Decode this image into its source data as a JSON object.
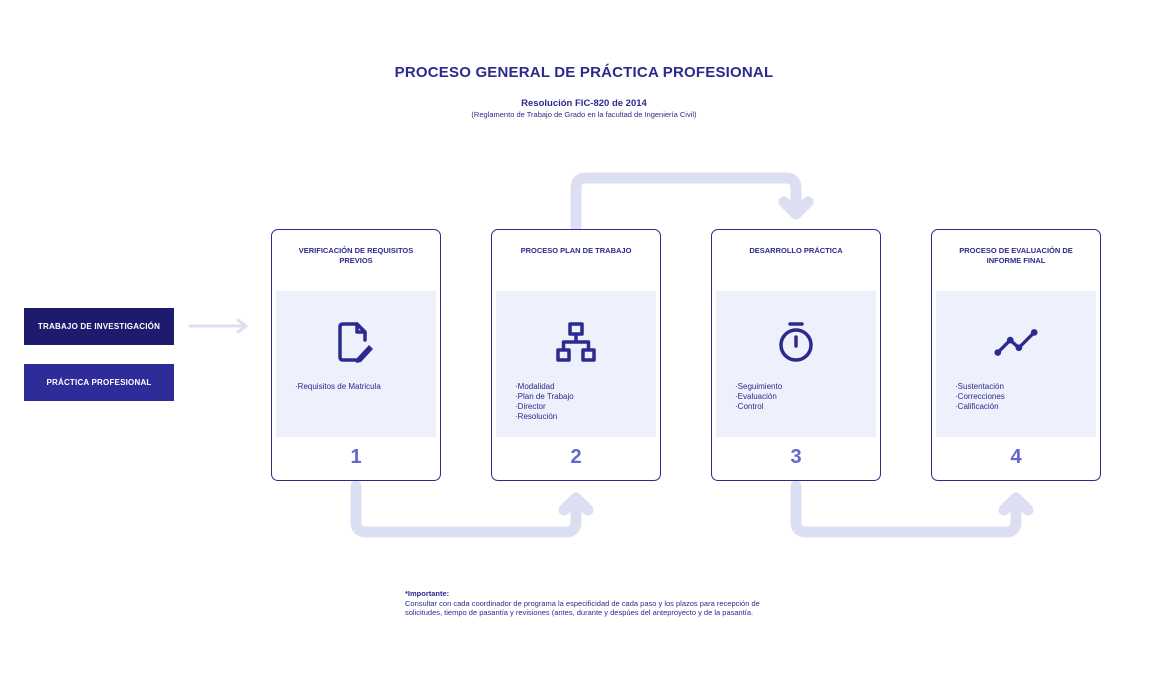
{
  "header": {
    "title": "PROCESO GENERAL DE PRÁCTICA PROFESIONAL",
    "subtitle": "Resolución FIC-820 de 2014",
    "subnote": "(Reglamento de Trabajo de Grado en la facultad de Ingeniería Civil)"
  },
  "sidebar": {
    "buttons": [
      {
        "label": "TRABAJO DE INVESTIGACIÓN"
      },
      {
        "label": "PRÁCTICA PROFESIONAL"
      }
    ]
  },
  "steps": [
    {
      "title": "VERIFICACIÓN DE REQUISITOS PREVIOS",
      "icon": "document-edit-icon",
      "items": [
        "·Requisitos de Matricula"
      ],
      "number": "1"
    },
    {
      "title": "PROCESO PLAN DE TRABAJO",
      "icon": "sitemap-icon",
      "items": [
        "·Modalidad",
        "·Plan de Trabajo",
        "·Director",
        "·Resolución"
      ],
      "number": "2"
    },
    {
      "title": "DESARROLLO PRÁCTICA",
      "icon": "stopwatch-icon",
      "items": [
        "·Seguimiento",
        "·Evaluación",
        "·Control"
      ],
      "number": "3"
    },
    {
      "title": "PROCESO DE EVALUACIÓN DE INFORME FINAL",
      "icon": "line-chart-icon",
      "items": [
        "·Sustentación",
        "·Correcciones",
        "·Calificación"
      ],
      "number": "4"
    }
  ],
  "note": {
    "heading": "*Importante:",
    "body": "Consultar con cada coordinador de programa la especificidad de cada paso y los plazos para recepción de solicitudes, tiempo de pasantía y revisiones (antes, durante y despúes del anteproyecto y de la pasantía."
  },
  "colors": {
    "primary": "#2b2a8e",
    "dark_button": "#1e1a6e",
    "button": "#2e2c99",
    "number": "#6466cc",
    "panel": "#eef0fb",
    "connector": "#dcdff2"
  }
}
